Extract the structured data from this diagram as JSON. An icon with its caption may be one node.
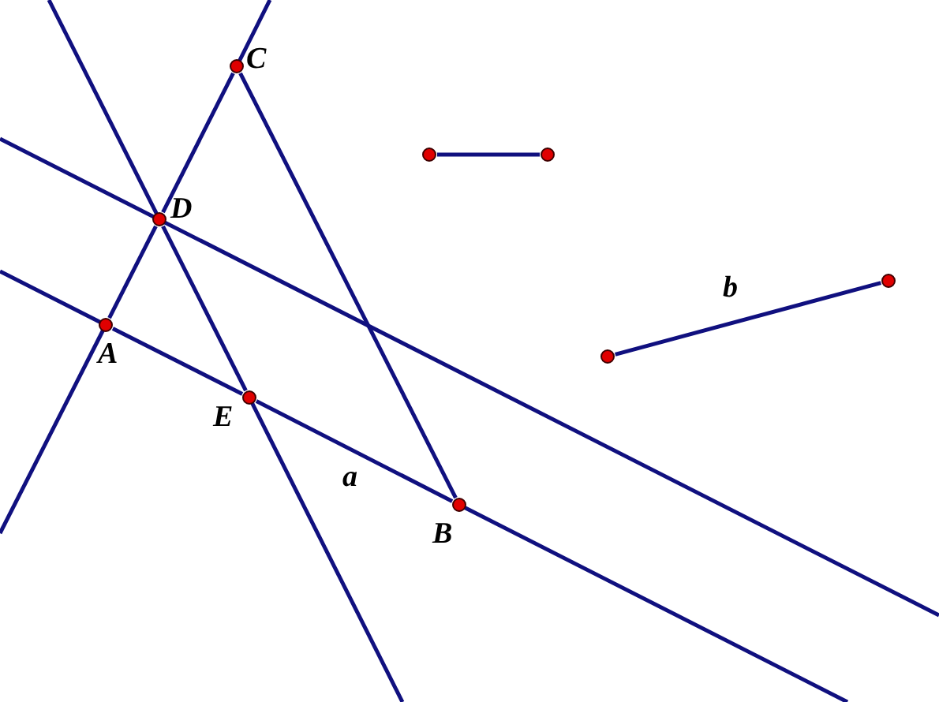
{
  "diagram": {
    "nodes": [
      {
        "text": [
          "C"
        ]
      },
      {
        "text": [],
        "shape": "circle"
      },
      {
        "text": [],
        "shape": "circle"
      },
      {
        "text": [
          "D"
        ]
      },
      {
        "text": [],
        "shape": "circle"
      },
      {
        "text": [
          "A"
        ]
      },
      {
        "text": [],
        "shape": "circle"
      },
      {
        "text": [
          "E"
        ]
      },
      {
        "text": [
          "B"
        ]
      }
    ],
    "edges": [
      {
        "from": 5,
        "to": 3,
        "arrow": "none"
      },
      {
        "from": 3,
        "to": 0,
        "arrow": "none"
      },
      {
        "from": 5,
        "to": 7,
        "arrow": "none"
      },
      {
        "from": 7,
        "to": 8,
        "arrow": "none",
        "label": "a"
      },
      {
        "from": 3,
        "to": 7,
        "arrow": "none"
      },
      {
        "from": 0,
        "to": 8,
        "arrow": "none"
      },
      {
        "from": 1,
        "to": 2,
        "arrow": "none"
      },
      {
        "from": 6,
        "to": 4,
        "arrow": "none",
        "label": "b"
      }
    ]
  }
}
